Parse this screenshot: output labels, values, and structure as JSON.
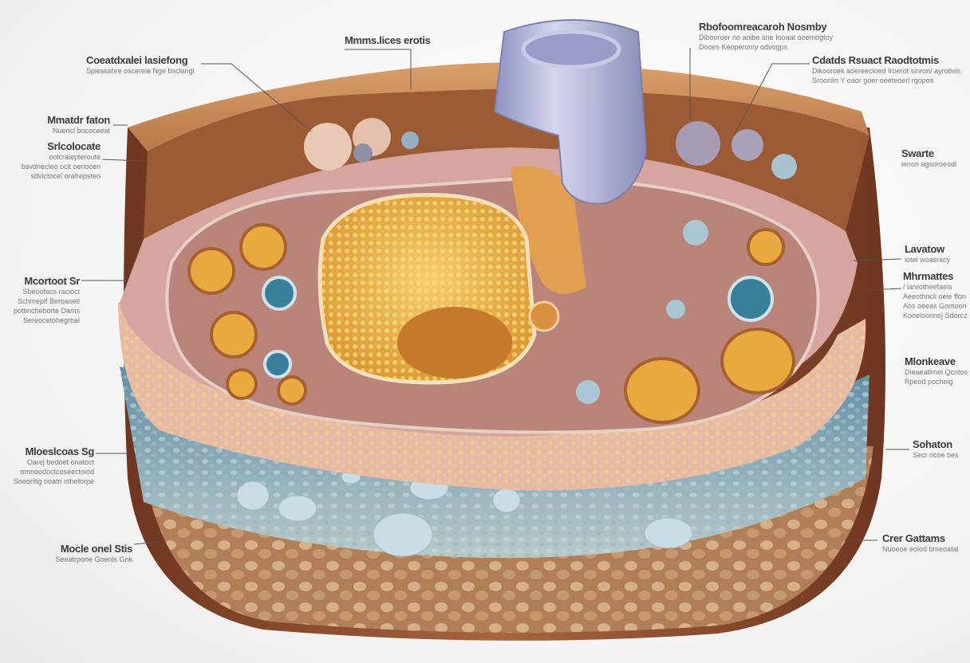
{
  "labels": {
    "top_left": {
      "title": "Coeatdxalei lasiefong",
      "sub": [
        "Spiessshre oscereie Nge bsclangi"
      ]
    },
    "top_center": {
      "title": "Mmms.lices erotis"
    },
    "left_1": {
      "title": "Mmatdr faton",
      "sub": [
        "Nuencl bncoceeat"
      ]
    },
    "left_2": {
      "title": "Srlcolocate",
      "sub": [
        "oolcralepteroute",
        "bsvdnecleo ocit oeriocen",
        "sdvictocel orafrepsteo"
      ]
    },
    "left_3": {
      "title": "Mcortoot Sr",
      "sub": [
        "Sbeoofacs racioct",
        "Schmeplf Beroasetl",
        "pottincheborte Dams",
        "Sereocetohegrbal"
      ]
    },
    "left_4": {
      "title": "Mloeslcoas Sg",
      "sub": [
        "Oarej bedoet onatoct",
        "omnoodoctcoseectoiod",
        "Soeoritig ooatn othetorpe"
      ]
    },
    "left_5": {
      "title": "Mocle onel Stis",
      "sub": [
        "Seeatrpone Goenls Gnk"
      ]
    },
    "top_right": {
      "title": "Rbofoomreacaroh Nosmby",
      "sub": [
        "Dibooroer no aoibe sne Iooaat ooemogtoy",
        "Dooes Keoperomy odvogps"
      ]
    },
    "right_1": {
      "title": "Cdatds Rsuact Raodtotmis",
      "sub": [
        "Dikooroek aoereecioed Iroerot sinron/ ayrotivis",
        "Sroonlin Y oaor goer oeeteoerl rgopos"
      ]
    },
    "right_2": {
      "title": "Swarte",
      "sub": [
        "lenon agsoroeodl"
      ]
    },
    "right_3": {
      "title": "Lavatow",
      "sub": [
        "lotel woasracy"
      ]
    },
    "right_4": {
      "title": "Mhrmattes",
      "sub": [
        "/ lareotheefaeis",
        "Aeeothncli oeie ffon",
        "Aos oeeas Gontoon",
        "Kooeloonnej Sdorcz"
      ]
    },
    "right_5": {
      "title": "Mlonkeave",
      "sub": [
        "Dleaeatlrnel Qcntos",
        "Rpeod pocheig"
      ]
    },
    "right_6": {
      "title": "Sohaton",
      "sub": [
        "Secr ricoe bes"
      ]
    },
    "right_7": {
      "title": "Crer Gattams",
      "sub": [
        "Nuoeoe eoiod bmeoatal"
      ]
    }
  },
  "colors": {
    "wood": "#c98d5e",
    "wood_dark": "#7a3f22",
    "pink": "#d9aaa3",
    "yellow": "#e9b549",
    "blue": "#8fb3c4",
    "rock": "#b88a62",
    "cup": "#a9acd0"
  }
}
